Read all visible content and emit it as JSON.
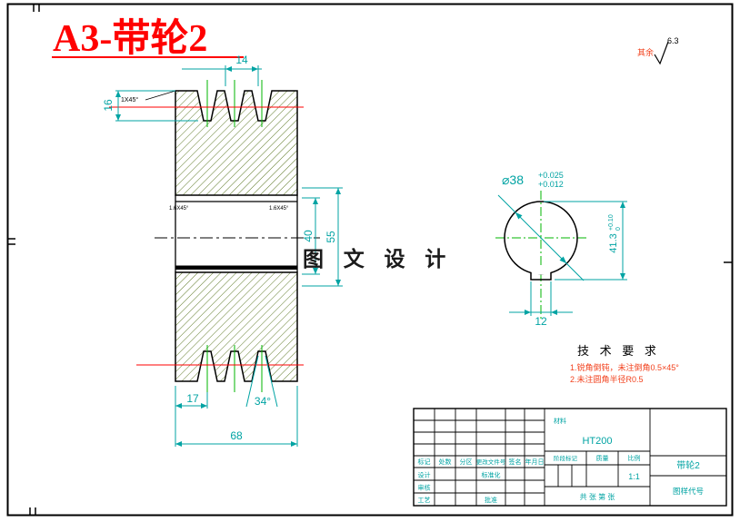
{
  "title": {
    "text": "A3-带轮2"
  },
  "watermark": "图 文 设 计",
  "surface": {
    "note": "其余",
    "roughness": "6.3"
  },
  "colors": {
    "dim_cyan": "#00A3A3",
    "line_green": "#00B400",
    "line_red": "#FF0000",
    "note_red": "#F2401C",
    "hatch_olive": "#5F7A28",
    "ink_black": "#000000"
  },
  "section_view": {
    "dims": {
      "groove_pitch": "14",
      "groove_depth": "16",
      "hub_width": "40",
      "rim_width": "55",
      "first_groove_offset": "17",
      "groove_angle": "34°",
      "total_width": "68"
    },
    "chamfer_note": "1X45°",
    "bore_chamfer_left": "1.6X45°",
    "bore_chamfer_right": "1.6X45°"
  },
  "end_view": {
    "bore": "⌀38",
    "bore_tol_upper": "+0.025",
    "bore_tol_lower": "+0.012",
    "keyway_width": "12",
    "keyway_height": "41.3",
    "keyway_tol_upper": "+0.10",
    "keyway_tol_lower": "0"
  },
  "tech": {
    "title": "技 术 要 求",
    "lines": [
      "1.锐角倒钝，未注倒角0.5×45°",
      "2.未注圆角半径R0.5"
    ]
  },
  "title_block": {
    "rev_headers": [
      "标记",
      "处数",
      "分区",
      "更改文件号",
      "签名",
      "年月日"
    ],
    "sign_rows": [
      "设计",
      "审核",
      "工艺"
    ],
    "standardization": "标准化",
    "approve": "批准",
    "material_label": "材料",
    "material": "HT200",
    "stage_label": "阶段标记",
    "weight_label": "质量",
    "scale_label": "比例",
    "scale": "1:1",
    "sheets": "共 张 第 张",
    "part_name": "带轮2",
    "code_label": "图样代号"
  }
}
